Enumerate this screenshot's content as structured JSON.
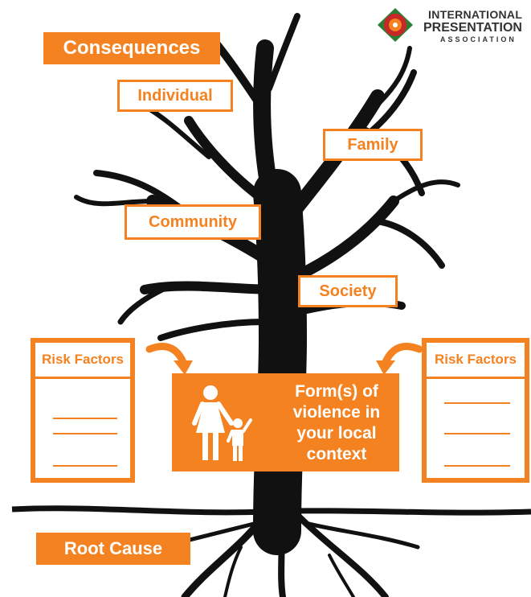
{
  "logo": {
    "line1": "INTERNATIONAL",
    "line2": "PRESENTATION",
    "line3": "ASSOCIATION"
  },
  "labels": {
    "consequences": "Consequences",
    "individual": "Individual",
    "family": "Family",
    "community": "Community",
    "society": "Society",
    "root_cause": "Root Cause"
  },
  "risk_factors": {
    "left_title": "Risk Factors",
    "right_title": "Risk Factors"
  },
  "center_box": {
    "lines": [
      "Form(s) of",
      "violence in",
      "your local",
      "context"
    ]
  },
  "colors": {
    "accent": "#f58220",
    "tree": "#111111",
    "text_dark": "#333333"
  },
  "icons": [
    "woman-child-icon",
    "arrow-curved-right-icon",
    "arrow-curved-left-icon",
    "presentation-logo-icon"
  ]
}
